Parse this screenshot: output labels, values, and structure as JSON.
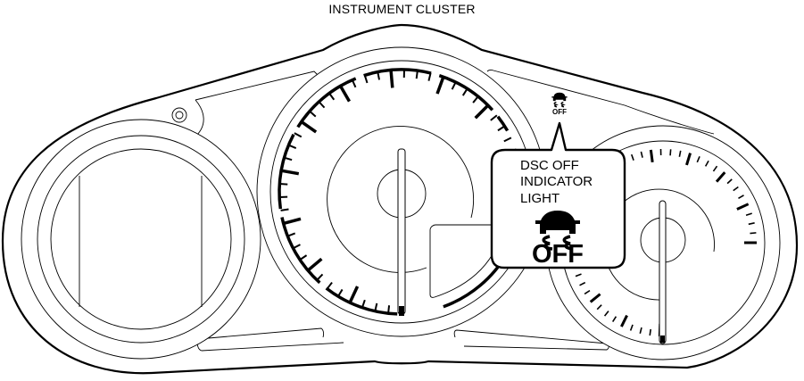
{
  "title": "INSTRUMENT CLUSTER",
  "callout": {
    "label_lines": [
      "DSC OFF",
      "INDICATOR",
      "LIGHT"
    ],
    "symbol_text": "OFF",
    "symbol_icon": "dsc-off-car-skid-icon"
  },
  "indicator": {
    "symbol_text": "OFF",
    "symbol_icon": "dsc-off-car-skid-icon"
  },
  "components": {
    "left_gauge": "left-circular-display",
    "center_gauge": "tachometer",
    "right_gauge": "speedometer",
    "knob": "trip-knob"
  },
  "colors": {
    "line": "#000000",
    "background": "#ffffff"
  }
}
